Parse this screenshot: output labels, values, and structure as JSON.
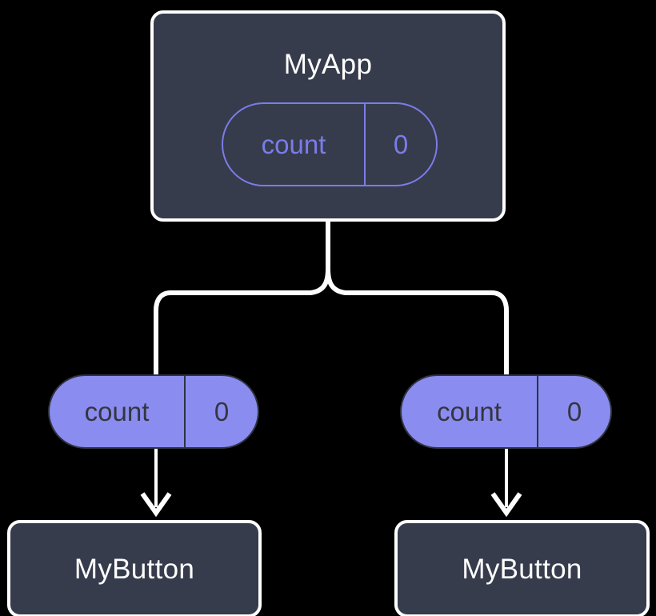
{
  "diagram": {
    "title": "MyApp component state propagation tree",
    "background_color": "#000000",
    "colors": {
      "box_fill": "#363c4c",
      "box_border": "#ffffff",
      "accent_periwinkle": "#7b7ce8",
      "pill_fill": "#8b8cf0",
      "pill_text_dark": "#33363f",
      "wire": "#ffffff"
    }
  },
  "root": {
    "name": "root-component",
    "label": "MyApp",
    "state": {
      "key": "count",
      "value": "0"
    }
  },
  "branches": [
    {
      "name": "left-branch",
      "state": {
        "key": "count",
        "value": "0"
      },
      "child": {
        "label": "MyButton"
      }
    },
    {
      "name": "right-branch",
      "state": {
        "key": "count",
        "value": "0"
      },
      "child": {
        "label": "MyButton"
      }
    }
  ],
  "connectors": {
    "fork_icon": "fork-connector",
    "arrow_icon": "arrow-down-icon"
  }
}
